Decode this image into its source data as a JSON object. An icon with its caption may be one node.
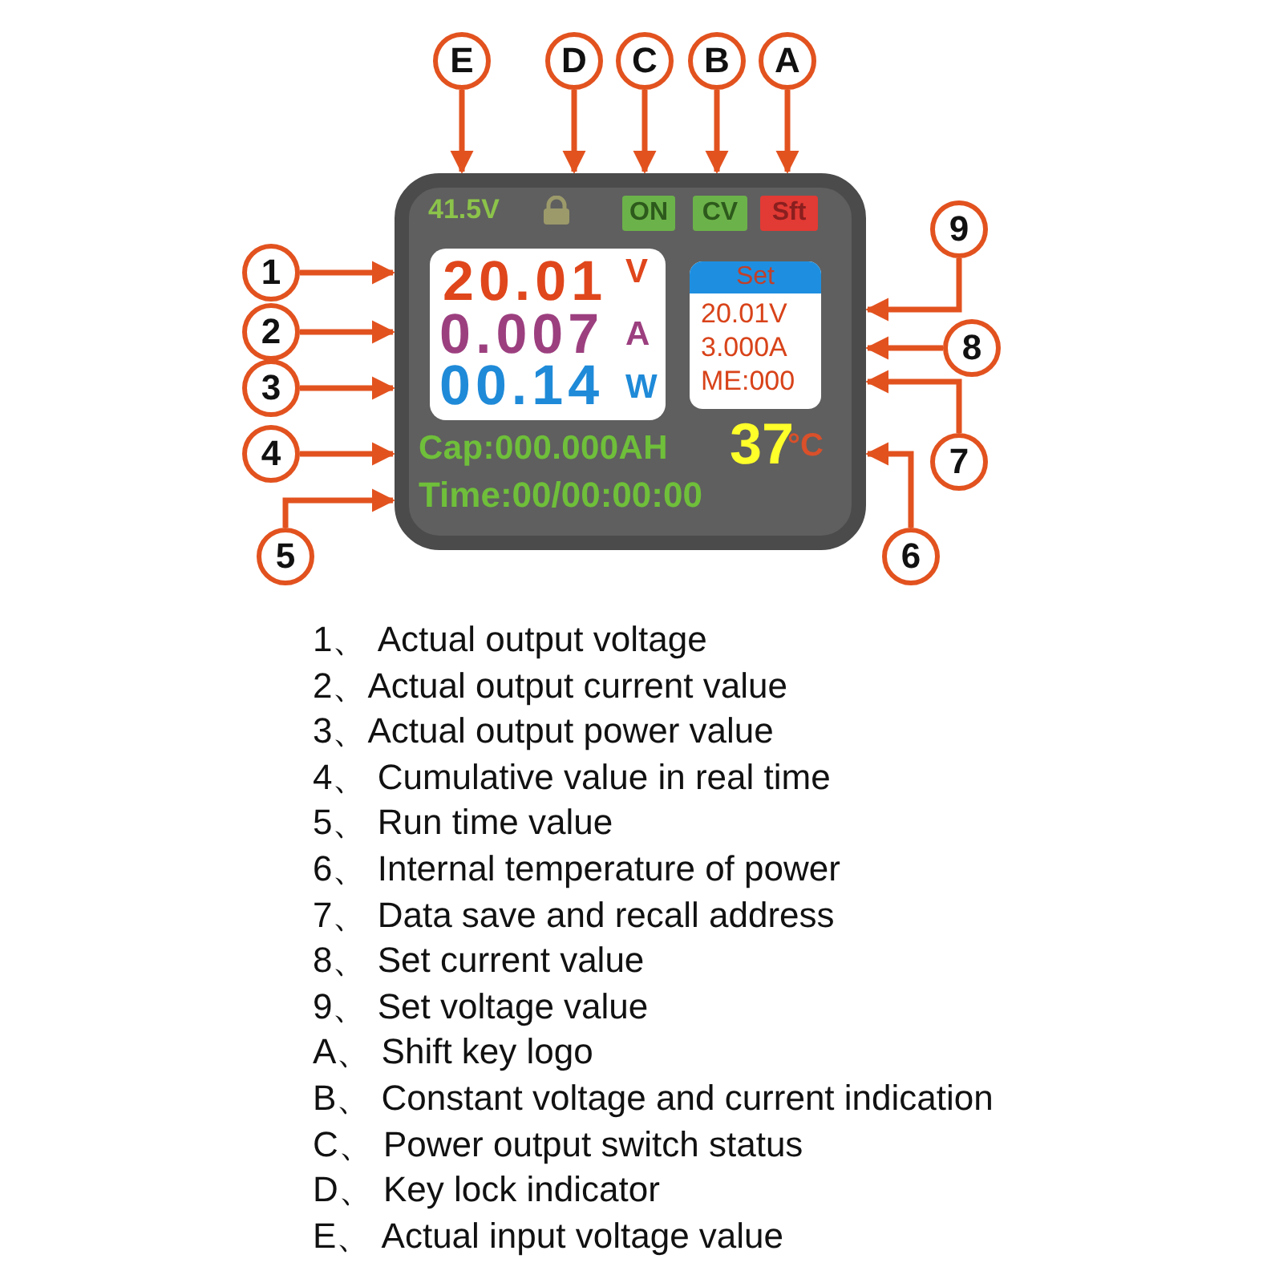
{
  "diagram": {
    "nodes": [
      {
        "text": [
          "41.5V",
          "Cap:000.000AH",
          "37",
          "°C",
          "Time:00/00:00:00"
        ]
      },
      {
        "text": [
          "20.01",
          "V",
          "0.007",
          "A",
          "00.14",
          "W"
        ],
        "in": 0
      },
      {
        "text": [
          "Set",
          "20.01V",
          "3.000A",
          "ME:000"
        ],
        "in": 0
      },
      {
        "text": [
          "ON"
        ],
        "in": 0
      },
      {
        "text": [
          "CV"
        ],
        "in": 0
      },
      {
        "text": [
          "Sft"
        ],
        "in": 0
      },
      {
        "text": [
          "E"
        ]
      },
      {
        "text": [
          "D"
        ]
      },
      {
        "text": [
          "C"
        ]
      },
      {
        "text": [
          "B"
        ]
      },
      {
        "text": [
          "A"
        ]
      },
      {
        "text": [
          "1"
        ]
      },
      {
        "text": [
          "2"
        ]
      },
      {
        "text": [
          "3"
        ]
      },
      {
        "text": [
          "4"
        ]
      },
      {
        "text": [
          "5"
        ]
      },
      {
        "text": [
          "9"
        ]
      },
      {
        "text": [
          "8"
        ]
      },
      {
        "text": [
          "7"
        ]
      },
      {
        "text": [
          "6"
        ]
      }
    ],
    "edges": [
      {
        "from": 6,
        "to": 0,
        "arrow": "to"
      },
      {
        "from": 7,
        "to": 0,
        "arrow": "to"
      },
      {
        "from": 8,
        "to": 0,
        "arrow": "to"
      },
      {
        "from": 9,
        "to": 0,
        "arrow": "to"
      },
      {
        "from": 10,
        "to": 0,
        "arrow": "to"
      },
      {
        "from": 11,
        "to": 0,
        "arrow": "to"
      },
      {
        "from": 12,
        "to": 0,
        "arrow": "to"
      },
      {
        "from": 13,
        "to": 0,
        "arrow": "to"
      },
      {
        "from": 14,
        "to": 0,
        "arrow": "to"
      },
      {
        "from": 15,
        "to": 0,
        "arrow": "to"
      },
      {
        "from": 16,
        "to": 0,
        "arrow": "to"
      },
      {
        "from": 17,
        "to": 0,
        "arrow": "to"
      },
      {
        "from": 18,
        "to": 0,
        "arrow": "to"
      },
      {
        "from": 19,
        "to": 0,
        "arrow": "to"
      }
    ],
    "labels": [
      "1、 Actual output voltage",
      "2、Actual output current value",
      "3、Actual output power value",
      "4、 Cumulative value in real time",
      "5、 Run time value",
      "6、 Internal temperature of  power",
      "7、 Data save and recall address",
      "8、 Set current value",
      "9、 Set voltage value",
      "A、 Shift key logo",
      "B、 Constant voltage and current indication",
      "C、 Power output switch status",
      "D、 Key lock indicator",
      "E、 Actual input voltage value"
    ]
  }
}
